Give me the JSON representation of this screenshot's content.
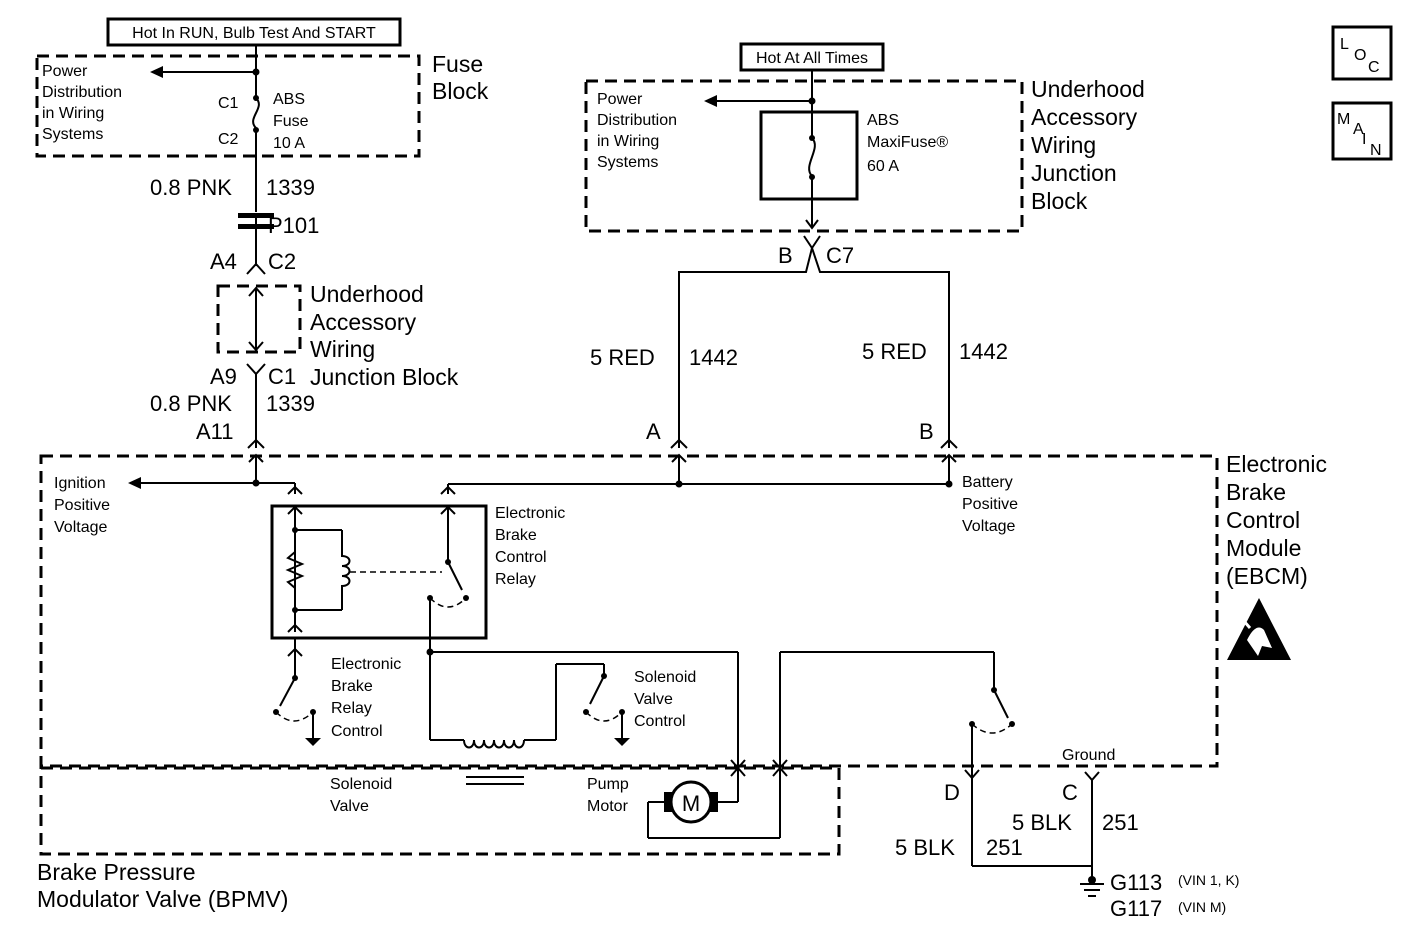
{
  "header": {
    "hot_run": "Hot In RUN, Bulb Test And START",
    "hot_all": "Hot At All Times"
  },
  "nav": {
    "loc": [
      "L",
      "O",
      "C"
    ],
    "main": [
      "M",
      "A",
      "I",
      "N"
    ]
  },
  "fuse_block": {
    "title": [
      "Fuse",
      "Block"
    ],
    "power_dist": [
      "Power",
      "Distribution",
      "in Wiring",
      "Systems"
    ],
    "c1": "C1",
    "c2": "C2",
    "fuse": [
      "ABS",
      "Fuse",
      "10 A"
    ]
  },
  "left_wire": {
    "gauge_top": "0.8 PNK",
    "circuit_top": "1339",
    "p101": "P101",
    "a4": "A4",
    "c2": "C2",
    "a9": "A9",
    "c1": "C1",
    "gauge_bot": "0.8 PNK",
    "circuit_bot": "1339",
    "a11": "A11"
  },
  "left_junction": {
    "title": [
      "Underhood",
      "Accessory",
      "Wiring",
      "Junction Block"
    ]
  },
  "underhood_block": {
    "title": [
      "Underhood",
      "Accessory",
      "Wiring",
      "Junction",
      "Block"
    ],
    "power_dist": [
      "Power",
      "Distribution",
      "in Wiring",
      "Systems"
    ],
    "maxifuse": [
      "ABS",
      "MaxiFuse®",
      "60 A"
    ]
  },
  "right_wire": {
    "b": "B",
    "c7": "C7",
    "gauge_left": "5 RED",
    "circuit_left": "1442",
    "gauge_right": "5 RED",
    "circuit_right": "1442",
    "pin_a": "A",
    "pin_b": "B"
  },
  "ebcm": {
    "title": [
      "Electronic",
      "Brake",
      "Control",
      "Module",
      "(EBCM)"
    ],
    "ignition": [
      "Ignition",
      "Positive",
      "Voltage"
    ],
    "battery": [
      "Battery",
      "Positive",
      "Voltage"
    ],
    "relay": [
      "Electronic",
      "Brake",
      "Control",
      "Relay"
    ],
    "relay_control": [
      "Electronic",
      "Brake",
      "Relay",
      "Control"
    ],
    "solenoid_control": [
      "Solenoid",
      "Valve",
      "Control"
    ],
    "ground": "Ground",
    "pin_d": "D",
    "pin_c": "C"
  },
  "bpmv": {
    "title": [
      "Brake Pressure",
      "Modulator Valve (BPMV)"
    ],
    "solenoid": [
      "Solenoid",
      "Valve"
    ],
    "pump": [
      "Pump",
      "Motor"
    ],
    "motor": "M"
  },
  "ground_wires": {
    "gauge_left": "5 BLK",
    "circuit_left": "251",
    "gauge_right": "5 BLK",
    "circuit_right": "251",
    "g113": "G113",
    "g113_note": "(VIN 1, K)",
    "g117": "G117",
    "g117_note": "(VIN M)"
  }
}
